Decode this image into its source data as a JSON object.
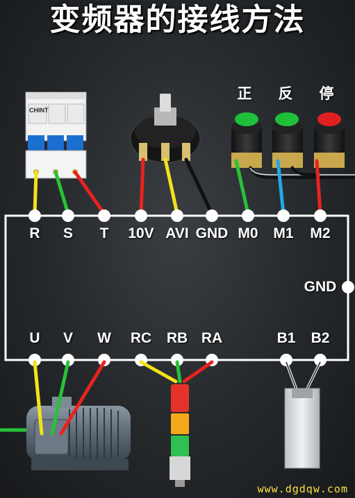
{
  "title": "变频器的接线方法",
  "buttons": {
    "forward": {
      "label": "正",
      "color": "#1fbf3a"
    },
    "reverse": {
      "label": "反",
      "color": "#1fbf3a"
    },
    "stop": {
      "label": "停",
      "color": "#e02020"
    }
  },
  "breaker": {
    "brand": "CHINT"
  },
  "terminals_top": [
    "R",
    "S",
    "T",
    "10V",
    "AVI",
    "GND",
    "M0",
    "M1",
    "M2"
  ],
  "terminal_side": "GND",
  "terminals_bottom": [
    "U",
    "V",
    "W",
    "RC",
    "RB",
    "RA",
    "B1",
    "B2"
  ],
  "wire_colors": {
    "yellow": "#f2e21a",
    "green": "#27c23a",
    "red": "#e8231e",
    "blue": "#22a8e6",
    "black": "#111111"
  },
  "footer": "www.dgdqw.com"
}
